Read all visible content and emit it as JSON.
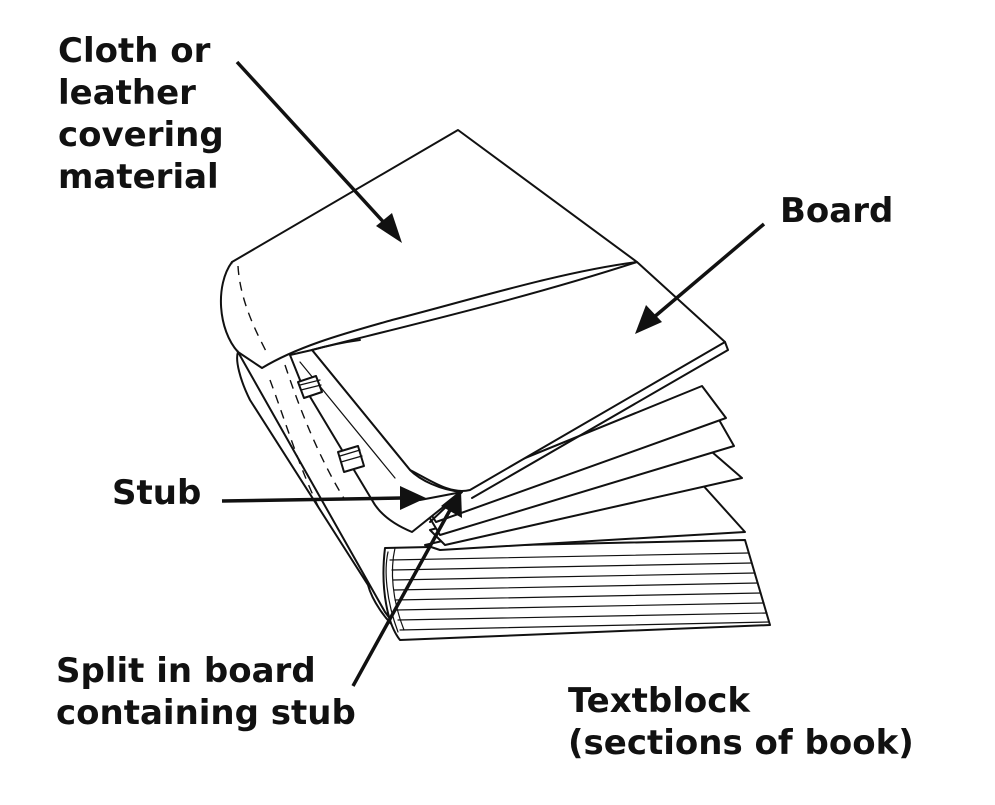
{
  "labels": {
    "covering": [
      "Cloth or",
      "leather",
      "covering",
      "material"
    ],
    "board": "Board",
    "stub": "Stub",
    "split": [
      "Split in board",
      "containing stub"
    ],
    "textblock": [
      "Textblock",
      "(sections of book)"
    ]
  }
}
